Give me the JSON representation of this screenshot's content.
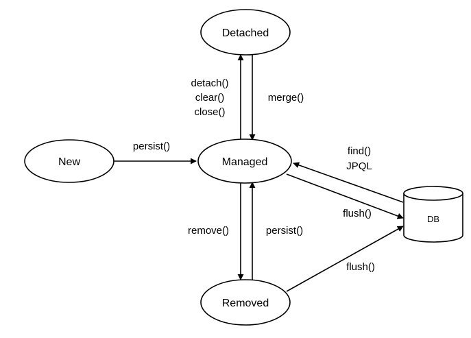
{
  "nodes": {
    "detached": "Detached",
    "new": "New",
    "managed": "Managed",
    "removed": "Removed",
    "db": "DB"
  },
  "edges": {
    "detach_lines": [
      "detach()",
      "clear()",
      "close()"
    ],
    "merge": "merge()",
    "persist_new": "persist()",
    "find_lines": [
      "find()",
      "JPQL"
    ],
    "flush_managed": "flush()",
    "remove": "remove()",
    "persist_removed": "persist()",
    "flush_removed": "flush()"
  },
  "colors": {
    "stroke": "#000000",
    "background": "#ffffff"
  }
}
